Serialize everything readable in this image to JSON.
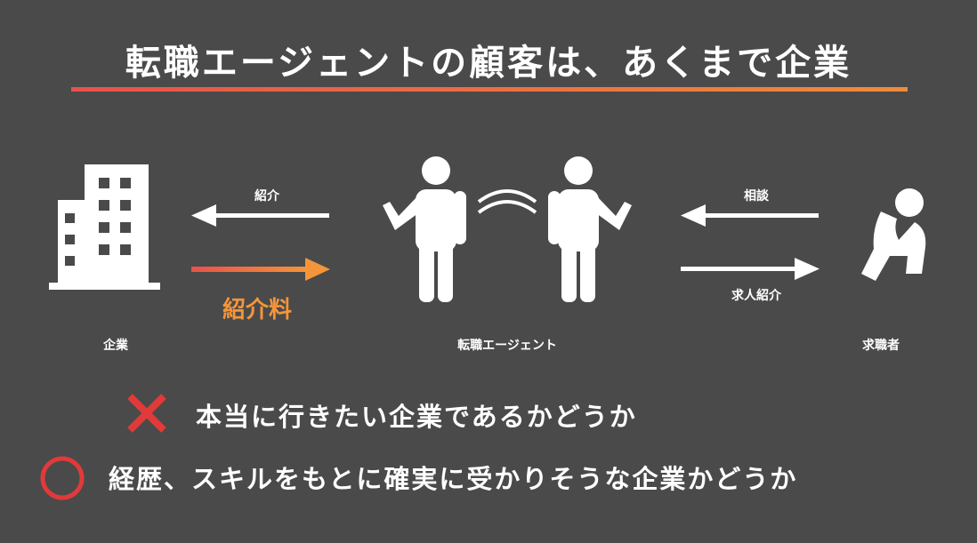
{
  "title": "転職エージェントの顧客は、あくまで企業",
  "diagram": {
    "left_arrow_top_label": "紹介",
    "fee_label": "紹介料",
    "right_arrow_top_label": "相談",
    "right_arrow_bottom_label": "求人紹介",
    "company_label": "企業",
    "agent_label": "転職エージェント",
    "jobseeker_label": "求職者"
  },
  "points": {
    "wrong": "本当に行きたい企業であるかどうか",
    "right": "経歴、スキルをもとに確実に受かりそうな企業かどうか"
  },
  "colors": {
    "background": "#4a4a4a",
    "accent_orange": "#f08a3a",
    "accent_red": "#e8524a",
    "cross_red": "#e03a3a"
  },
  "icons": {
    "company": "building-icon",
    "agent": "people-talking-icon",
    "jobseeker": "crouching-person-icon",
    "wrong": "cross-icon",
    "right": "circle-icon"
  }
}
